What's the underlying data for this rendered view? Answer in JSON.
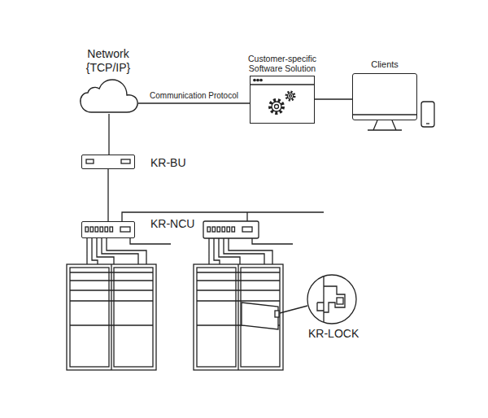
{
  "diagram": {
    "nodes": [
      {
        "text": [
          "Network {TCP/IP}"
        ]
      },
      {
        "text": [
          "Customer-specific Software Solution"
        ]
      },
      {
        "text": [
          "Clients"
        ]
      },
      {
        "text": [
          "KR-BU"
        ]
      },
      {
        "text": [
          "KR-NCU"
        ]
      }
    ],
    "edges": [
      {
        "from": 0,
        "to": 1,
        "label": "Communication Protocol",
        "arrow": "none"
      },
      {
        "from": 1,
        "to": 2,
        "arrow": "none"
      },
      {
        "from": 0,
        "to": 3,
        "arrow": "none"
      },
      {
        "from": 3,
        "to": 4,
        "arrow": "none"
      }
    ],
    "labels": [
      "KR-LOCK"
    ]
  }
}
